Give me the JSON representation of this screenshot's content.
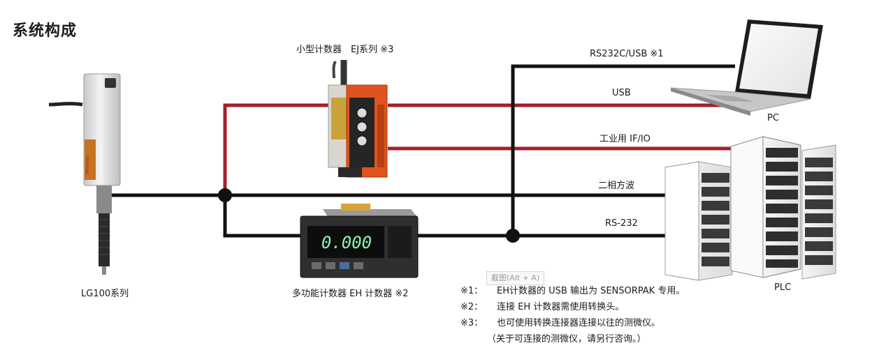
{
  "title": "系统构成",
  "devices": {
    "lg100": "LG100系列",
    "ej": "小型计数器　EJ系列 ※3",
    "eh": "多功能计数器 EH 计数器 ※2",
    "pc": "PC",
    "plc": "PLC"
  },
  "connections": {
    "rs232c_usb": "RS232C/USB ※1",
    "usb": "USB",
    "industrial": "工业用 IF/IO",
    "two_phase": "二相方波",
    "rs232": "RS-232"
  },
  "eh_display": "0.000",
  "notes": [
    {
      "mark": "※1：",
      "text": "EH计数器的 USB 输出为 SENSORPAK 专用。"
    },
    {
      "mark": "※2：",
      "text": "连接 EH 计数器需使用转换头。"
    },
    {
      "mark": "※3：",
      "text": "也可使用转换连接器连接以往的测微仪。"
    }
  ],
  "notes_extra": "（关于可连接的测微仪，请另行咨询。）",
  "tooltip": "截图(Alt + A)",
  "colors": {
    "black_line": "#111111",
    "red_line": "#a3202b",
    "ej_orange": "#e0531f"
  }
}
